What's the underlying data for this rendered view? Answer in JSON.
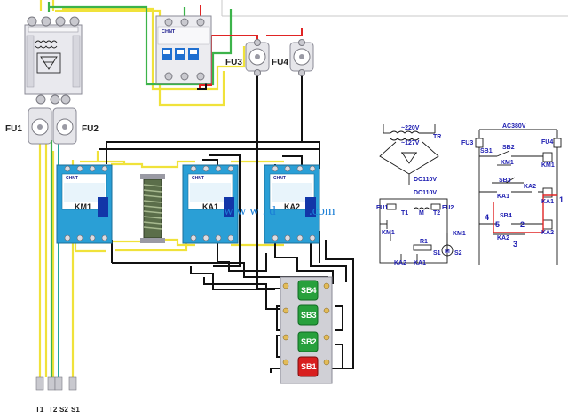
{
  "labels": {
    "fu1": "FU1",
    "fu2": "FU2",
    "fu3": "FU3",
    "fu4": "FU4",
    "t1": "T1",
    "t2": "T2",
    "s2": "S2",
    "s1": "S1",
    "km1": "KM1",
    "ka1": "KA1",
    "ka2": "KA2",
    "sb4": "SB4",
    "sb3": "SB3",
    "sb2": "SB2",
    "sb1": "SB1",
    "breaker_brand": "CHNT",
    "contactor_brand": "CHNT",
    "watermark_a": "w w w . d",
    "watermark_b": ".com"
  },
  "schematic_left": {
    "v220": "~220V",
    "v127": "~127V",
    "tr": "TR",
    "dc_top": "DC110V",
    "dc_mid": "DC110V",
    "fu1": "FU1",
    "fu2": "FU2",
    "t1": "T1",
    "m": "M",
    "t2": "T2",
    "km1": "KM1",
    "km1_right": "KM1",
    "r1": "R1",
    "ka2": "KA2",
    "ka1": "KA1",
    "s1": "S1",
    "s2": "S2",
    "motor": "M"
  },
  "schematic_right": {
    "ac380": "AC380V",
    "fu3": "FU3",
    "fu4": "FU4",
    "sb1": "SB1",
    "sb2": "SB2",
    "km1": "KM1",
    "km1_coil": "KM1",
    "sb3": "SB3",
    "ka1_a": "KA1",
    "ka2_a": "KA2",
    "ka1_coil": "KA1",
    "sb4": "SB4",
    "ka2_b": "KA2",
    "ka2_coil": "KA2",
    "n4": "4",
    "n5": "5",
    "n2": "2",
    "n1": "1",
    "n3": "3"
  },
  "colors": {
    "wire_black": "#111111",
    "wire_yellow": "#f0e23a",
    "wire_green": "#3cb34a",
    "wire_red": "#e02424",
    "wire_teal": "#22a39a",
    "contactor_body": "#2a9fd6",
    "btn_green": "#27a03c",
    "btn_red": "#d81f1f",
    "schematic_red": "#e02424"
  }
}
